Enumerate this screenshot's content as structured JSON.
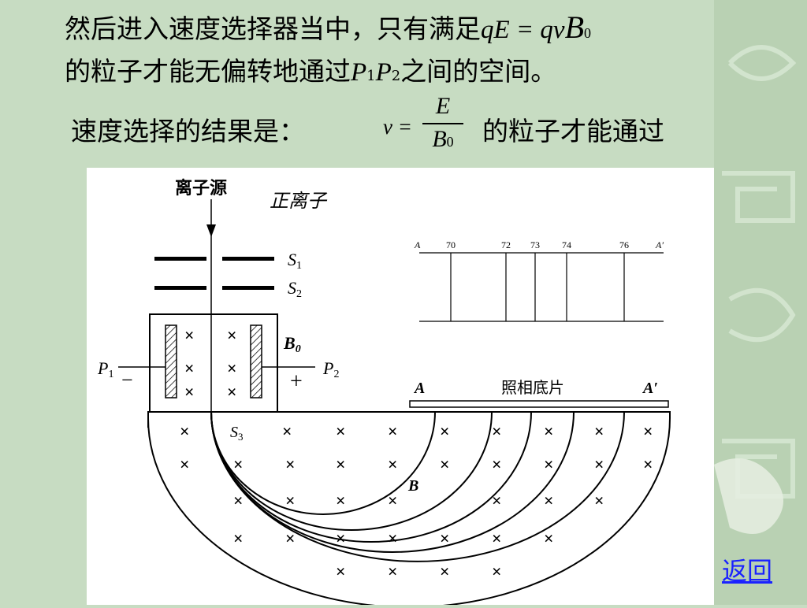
{
  "text": {
    "line1_prefix": "然后进入速度选择器当中，只有满足",
    "line1_eq": "qE = qv",
    "line1_B": "B",
    "line1_B_sub": "0",
    "line2_prefix": "的粒子才能无偏转地通过",
    "line2_P": "P",
    "line2_P1sub": "1",
    "line2_P2": "P",
    "line2_P2sub": "2",
    "line2_suffix": "之间的空间。",
    "line3_prefix": "速度选择的结果是：",
    "v_eq": "v =",
    "frac_num": "E",
    "frac_den": "B",
    "frac_den_sub": "0",
    "line3_suffix": "的粒子才能通过"
  },
  "diagram": {
    "ion_source": "离子源",
    "handwritten": "正离子",
    "S1": "S",
    "S1_sub": "1",
    "S2": "S",
    "S2_sub": "2",
    "S3": "S",
    "S3_sub": "3",
    "B0": "B",
    "B0_sub": "0",
    "P1": "P",
    "P1_sub": "1",
    "P2": "P",
    "P2_sub": "2",
    "minus": "−",
    "plus": "+",
    "A": "A",
    "A_prime": "A′",
    "film_label": "照相底片",
    "B": "B",
    "scale": {
      "left": "A",
      "right": "A′",
      "ticks": [
        "70",
        "72",
        "73",
        "74",
        "76"
      ]
    }
  },
  "nav": {
    "back": "返回"
  },
  "colors": {
    "background": "#c7dcc2",
    "link": "#1a22ff"
  }
}
